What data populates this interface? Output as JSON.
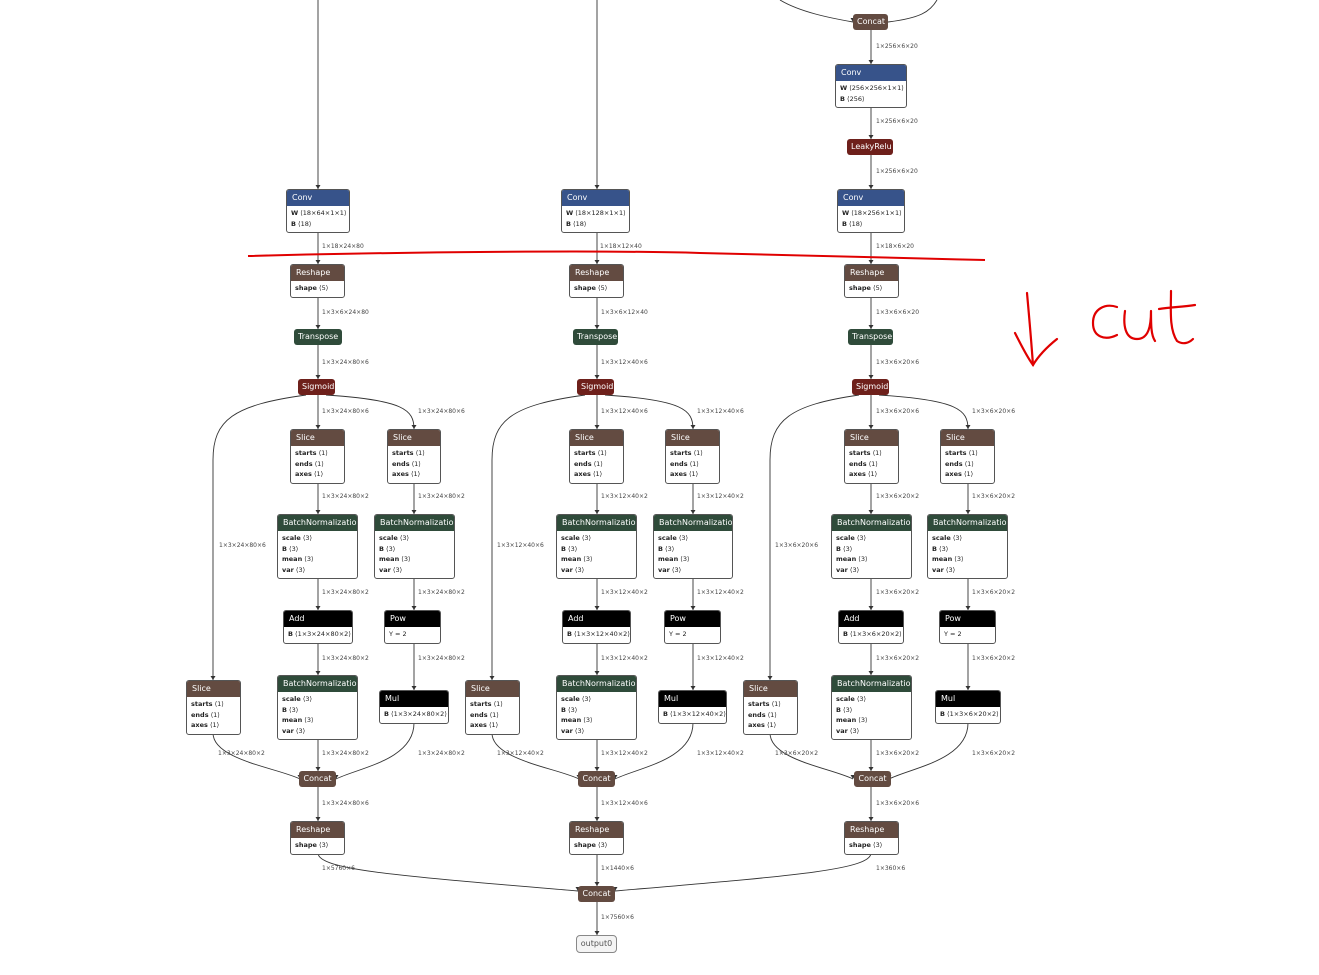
{
  "colors": {
    "conv": "#37538a",
    "layer": "#634b41",
    "activation": "#6e201b",
    "norm": "#2f4b3a",
    "math": "#000000",
    "edge": "#333333",
    "annotation": "#e00000"
  },
  "annotation_text": "↓ cut",
  "edge_labels": [
    "1×256×6×20",
    "1×256×6×20",
    "1×256×6×20",
    "1×18×24×80",
    "1×18×12×40",
    "1×18×6×20",
    "1×3×6×24×80",
    "1×3×6×12×40",
    "1×3×6×6×20",
    "1×3×24×80×6",
    "1×3×12×40×6",
    "1×3×6×20×6",
    "1×3×24×80×6",
    "1×3×24×80×6",
    "1×3×12×40×6",
    "1×3×12×40×6",
    "1×3×6×20×6",
    "1×3×6×20×6",
    "1×3×24×80×6",
    "1×3×12×40×6",
    "1×3×6×20×6",
    "1×3×24×80×2",
    "1×3×24×80×2",
    "1×3×12×40×2",
    "1×3×12×40×2",
    "1×3×6×20×2",
    "1×3×6×20×2",
    "1×3×24×80×2",
    "1×3×24×80×2",
    "1×3×12×40×2",
    "1×3×12×40×2",
    "1×3×6×20×2",
    "1×3×6×20×2",
    "1×3×24×80×2",
    "1×3×24×80×2",
    "1×3×12×40×2",
    "1×3×12×40×2",
    "1×3×6×20×2",
    "1×3×6×20×2",
    "1×3×24×80×2",
    "1×3×24×80×2",
    "1×3×24×80×2",
    "1×3×12×40×2",
    "1×3×12×40×2",
    "1×3×12×40×2",
    "1×3×6×20×2",
    "1×3×6×20×2",
    "1×3×6×20×2",
    "1×3×24×80×6",
    "1×3×12×40×6",
    "1×3×6×20×6",
    "1×5760×6",
    "1×1440×6",
    "1×360×6",
    "1×7560×6"
  ],
  "nodes": [
    {
      "op": "Concat",
      "cat": "layer",
      "attrs": []
    },
    {
      "op": "Conv",
      "cat": "conv",
      "attrs": [
        [
          "W",
          "⟨256×256×1×1⟩"
        ],
        [
          "B",
          "⟨256⟩"
        ]
      ]
    },
    {
      "op": "LeakyRelu",
      "cat": "activation",
      "attrs": []
    },
    {
      "op": "Conv",
      "cat": "conv",
      "attrs": [
        [
          "W",
          "⟨18×64×1×1⟩"
        ],
        [
          "B",
          "⟨18⟩"
        ]
      ]
    },
    {
      "op": "Conv",
      "cat": "conv",
      "attrs": [
        [
          "W",
          "⟨18×128×1×1⟩"
        ],
        [
          "B",
          "⟨18⟩"
        ]
      ]
    },
    {
      "op": "Conv",
      "cat": "conv",
      "attrs": [
        [
          "W",
          "⟨18×256×1×1⟩"
        ],
        [
          "B",
          "⟨18⟩"
        ]
      ]
    },
    {
      "op": "Reshape",
      "cat": "layer",
      "attrs": [
        [
          "shape",
          "⟨5⟩"
        ]
      ]
    },
    {
      "op": "Reshape",
      "cat": "layer",
      "attrs": [
        [
          "shape",
          "⟨5⟩"
        ]
      ]
    },
    {
      "op": "Reshape",
      "cat": "layer",
      "attrs": [
        [
          "shape",
          "⟨5⟩"
        ]
      ]
    },
    {
      "op": "Transpose",
      "cat": "norm",
      "attrs": []
    },
    {
      "op": "Transpose",
      "cat": "norm",
      "attrs": []
    },
    {
      "op": "Transpose",
      "cat": "norm",
      "attrs": []
    },
    {
      "op": "Sigmoid",
      "cat": "activation",
      "attrs": []
    },
    {
      "op": "Sigmoid",
      "cat": "activation",
      "attrs": []
    },
    {
      "op": "Sigmoid",
      "cat": "activation",
      "attrs": []
    },
    {
      "op": "Slice",
      "cat": "layer",
      "attrs": [
        [
          "starts",
          "⟨1⟩"
        ],
        [
          "ends",
          "⟨1⟩"
        ],
        [
          "axes",
          "⟨1⟩"
        ]
      ]
    },
    {
      "op": "Slice",
      "cat": "layer",
      "attrs": [
        [
          "starts",
          "⟨1⟩"
        ],
        [
          "ends",
          "⟨1⟩"
        ],
        [
          "axes",
          "⟨1⟩"
        ]
      ]
    },
    {
      "op": "Slice",
      "cat": "layer",
      "attrs": [
        [
          "starts",
          "⟨1⟩"
        ],
        [
          "ends",
          "⟨1⟩"
        ],
        [
          "axes",
          "⟨1⟩"
        ]
      ]
    },
    {
      "op": "Slice",
      "cat": "layer",
      "attrs": [
        [
          "starts",
          "⟨1⟩"
        ],
        [
          "ends",
          "⟨1⟩"
        ],
        [
          "axes",
          "⟨1⟩"
        ]
      ]
    },
    {
      "op": "Slice",
      "cat": "layer",
      "attrs": [
        [
          "starts",
          "⟨1⟩"
        ],
        [
          "ends",
          "⟨1⟩"
        ],
        [
          "axes",
          "⟨1⟩"
        ]
      ]
    },
    {
      "op": "Slice",
      "cat": "layer",
      "attrs": [
        [
          "starts",
          "⟨1⟩"
        ],
        [
          "ends",
          "⟨1⟩"
        ],
        [
          "axes",
          "⟨1⟩"
        ]
      ]
    },
    {
      "op": "BatchNormalization",
      "cat": "norm",
      "attrs": [
        [
          "scale",
          "⟨3⟩"
        ],
        [
          "B",
          "⟨3⟩"
        ],
        [
          "mean",
          "⟨3⟩"
        ],
        [
          "var",
          "⟨3⟩"
        ]
      ]
    },
    {
      "op": "BatchNormalization",
      "cat": "norm",
      "attrs": [
        [
          "scale",
          "⟨3⟩"
        ],
        [
          "B",
          "⟨3⟩"
        ],
        [
          "mean",
          "⟨3⟩"
        ],
        [
          "var",
          "⟨3⟩"
        ]
      ]
    },
    {
      "op": "BatchNormalization",
      "cat": "norm",
      "attrs": [
        [
          "scale",
          "⟨3⟩"
        ],
        [
          "B",
          "⟨3⟩"
        ],
        [
          "mean",
          "⟨3⟩"
        ],
        [
          "var",
          "⟨3⟩"
        ]
      ]
    },
    {
      "op": "BatchNormalization",
      "cat": "norm",
      "attrs": [
        [
          "scale",
          "⟨3⟩"
        ],
        [
          "B",
          "⟨3⟩"
        ],
        [
          "mean",
          "⟨3⟩"
        ],
        [
          "var",
          "⟨3⟩"
        ]
      ]
    },
    {
      "op": "BatchNormalization",
      "cat": "norm",
      "attrs": [
        [
          "scale",
          "⟨3⟩"
        ],
        [
          "B",
          "⟨3⟩"
        ],
        [
          "mean",
          "⟨3⟩"
        ],
        [
          "var",
          "⟨3⟩"
        ]
      ]
    },
    {
      "op": "BatchNormalization",
      "cat": "norm",
      "attrs": [
        [
          "scale",
          "⟨3⟩"
        ],
        [
          "B",
          "⟨3⟩"
        ],
        [
          "mean",
          "⟨3⟩"
        ],
        [
          "var",
          "⟨3⟩"
        ]
      ]
    },
    {
      "op": "Add",
      "cat": "math",
      "attrs": [
        [
          "B",
          "⟨1×3×24×80×2⟩"
        ]
      ]
    },
    {
      "op": "Add",
      "cat": "math",
      "attrs": [
        [
          "B",
          "⟨1×3×12×40×2⟩"
        ]
      ]
    },
    {
      "op": "Add",
      "cat": "math",
      "attrs": [
        [
          "B",
          "⟨1×3×6×20×2⟩"
        ]
      ]
    },
    {
      "op": "Pow",
      "cat": "math",
      "attrs": [
        [
          "",
          "Y = 2"
        ]
      ]
    },
    {
      "op": "Pow",
      "cat": "math",
      "attrs": [
        [
          "",
          "Y = 2"
        ]
      ]
    },
    {
      "op": "Pow",
      "cat": "math",
      "attrs": [
        [
          "",
          "Y = 2"
        ]
      ]
    },
    {
      "op": "Slice",
      "cat": "layer",
      "attrs": [
        [
          "starts",
          "⟨1⟩"
        ],
        [
          "ends",
          "⟨1⟩"
        ],
        [
          "axes",
          "⟨1⟩"
        ]
      ]
    },
    {
      "op": "Slice",
      "cat": "layer",
      "attrs": [
        [
          "starts",
          "⟨1⟩"
        ],
        [
          "ends",
          "⟨1⟩"
        ],
        [
          "axes",
          "⟨1⟩"
        ]
      ]
    },
    {
      "op": "Slice",
      "cat": "layer",
      "attrs": [
        [
          "starts",
          "⟨1⟩"
        ],
        [
          "ends",
          "⟨1⟩"
        ],
        [
          "axes",
          "⟨1⟩"
        ]
      ]
    },
    {
      "op": "BatchNormalization",
      "cat": "norm",
      "attrs": [
        [
          "scale",
          "⟨3⟩"
        ],
        [
          "B",
          "⟨3⟩"
        ],
        [
          "mean",
          "⟨3⟩"
        ],
        [
          "var",
          "⟨3⟩"
        ]
      ]
    },
    {
      "op": "BatchNormalization",
      "cat": "norm",
      "attrs": [
        [
          "scale",
          "⟨3⟩"
        ],
        [
          "B",
          "⟨3⟩"
        ],
        [
          "mean",
          "⟨3⟩"
        ],
        [
          "var",
          "⟨3⟩"
        ]
      ]
    },
    {
      "op": "BatchNormalization",
      "cat": "norm",
      "attrs": [
        [
          "scale",
          "⟨3⟩"
        ],
        [
          "B",
          "⟨3⟩"
        ],
        [
          "mean",
          "⟨3⟩"
        ],
        [
          "var",
          "⟨3⟩"
        ]
      ]
    },
    {
      "op": "Mul",
      "cat": "math",
      "attrs": [
        [
          "B",
          "⟨1×3×24×80×2⟩"
        ]
      ]
    },
    {
      "op": "Mul",
      "cat": "math",
      "attrs": [
        [
          "B",
          "⟨1×3×12×40×2⟩"
        ]
      ]
    },
    {
      "op": "Mul",
      "cat": "math",
      "attrs": [
        [
          "B",
          "⟨1×3×6×20×2⟩"
        ]
      ]
    },
    {
      "op": "Concat",
      "cat": "layer",
      "attrs": []
    },
    {
      "op": "Concat",
      "cat": "layer",
      "attrs": []
    },
    {
      "op": "Concat",
      "cat": "layer",
      "attrs": []
    },
    {
      "op": "Reshape",
      "cat": "layer",
      "attrs": [
        [
          "shape",
          "⟨3⟩"
        ]
      ]
    },
    {
      "op": "Reshape",
      "cat": "layer",
      "attrs": [
        [
          "shape",
          "⟨3⟩"
        ]
      ]
    },
    {
      "op": "Reshape",
      "cat": "layer",
      "attrs": [
        [
          "shape",
          "⟨3⟩"
        ]
      ]
    },
    {
      "op": "Concat",
      "cat": "layer",
      "attrs": []
    }
  ],
  "output": "output0"
}
